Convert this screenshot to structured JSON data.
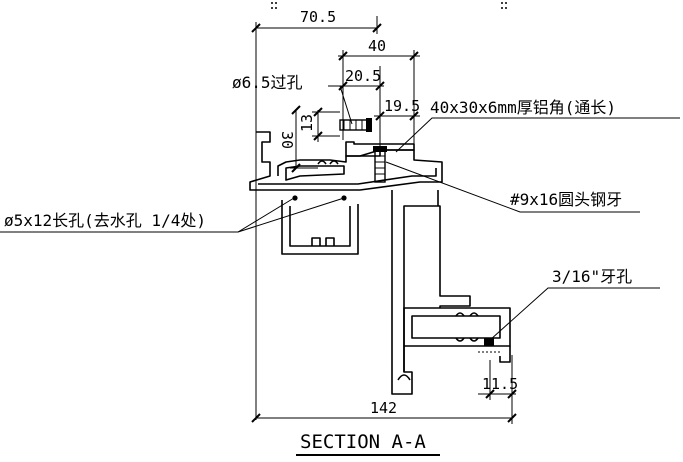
{
  "dimensions": {
    "d_70_5": "70.5",
    "d_40": "40",
    "d_20_5": "20.5",
    "d_19_5": "19.5",
    "d_13": "13",
    "d_30": "30",
    "d_142": "142",
    "d_11_5": "11.5"
  },
  "callouts": {
    "bolt_hole": "ø6.5过孔",
    "angle": "40x30x6mm厚铝角(通长)",
    "screw": "#9x16圆头钢牙",
    "slot_hole": "ø5x12长孔(去水孔 1/4处)",
    "tap_hole": "3/16\"牙孔"
  },
  "section_title": "SECTION A-A"
}
